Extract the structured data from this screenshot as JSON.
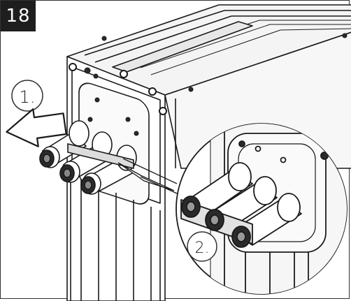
{
  "step": {
    "number": "18"
  },
  "callouts": [
    {
      "label": "1."
    },
    {
      "label": "2."
    }
  ],
  "colors": {
    "ink": "#1a1a1a",
    "badge_bg": "#1e1e1e",
    "arrow_fill": "#ffffff",
    "screw_fill": "#2a2a2a"
  }
}
